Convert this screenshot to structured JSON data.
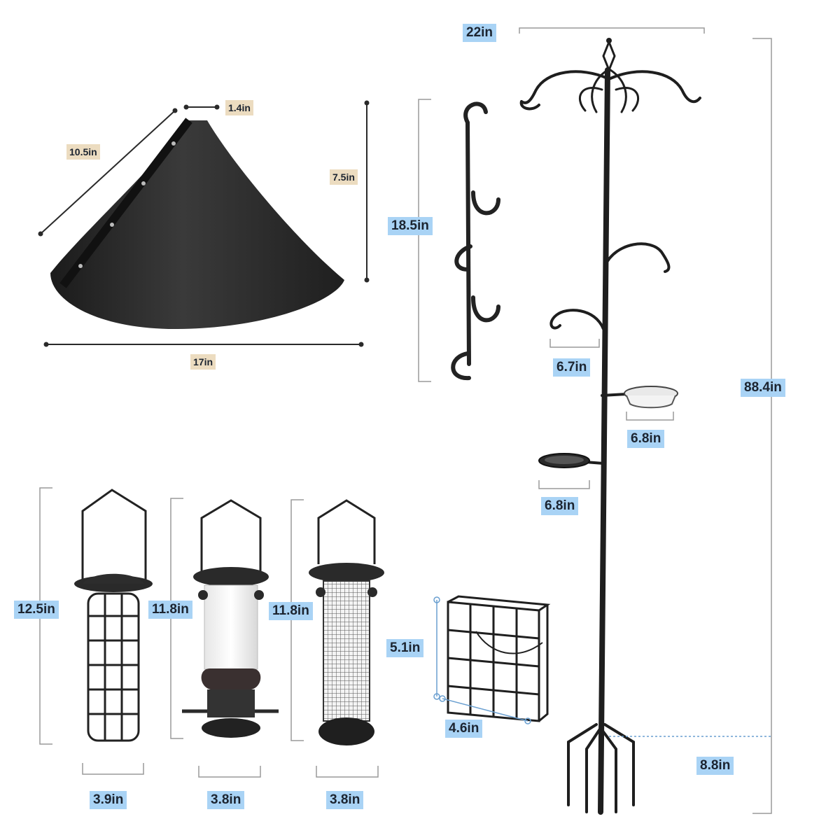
{
  "colors": {
    "product": "#2b2b2b",
    "pole": "#1e1e1e",
    "dimension_line": "#9a9a9a",
    "label_blue": "#a9d3f5",
    "label_tan": "#ecdcc0",
    "label_text": "#1c2430"
  },
  "baffle": {
    "top_width": "1.4in",
    "slant": "10.5in",
    "height": "7.5in",
    "bottom_width": "17in"
  },
  "extension_hook": {
    "height": "18.5in"
  },
  "shepherd_pole": {
    "top_width": "22in",
    "total_height": "88.4in",
    "side_arm": "6.7in",
    "mesh_tray": "6.8in",
    "dish_tray": "6.8in",
    "base_stake": "8.8in"
  },
  "feeders": [
    {
      "name_icon": "ball-cage-feeder-icon",
      "height": "12.5in",
      "width": "3.9in"
    },
    {
      "name_icon": "tube-seed-feeder-icon",
      "height": "11.8in",
      "width": "3.8in"
    },
    {
      "name_icon": "mesh-peanut-feeder-icon",
      "height": "11.8in",
      "width": "3.8in"
    }
  ],
  "suet_cage": {
    "height": "5.1in",
    "width": "4.6in"
  }
}
